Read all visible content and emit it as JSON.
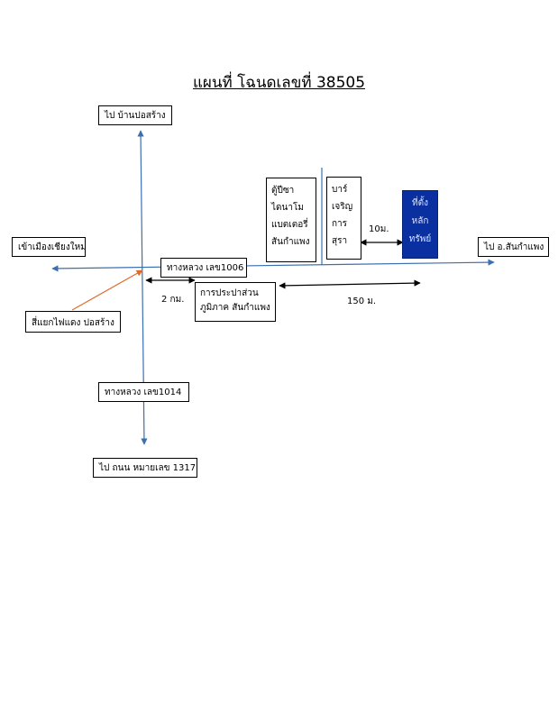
{
  "title": "แผนที่ โฉนดเลขที่ 38505",
  "roads": {
    "north_dest": "ไป บ้านปอสร้าง",
    "west_dest": "เข้าเมืองเชียงใหม่",
    "east_dest": "ไป อ.สันกำแพง",
    "highway_1006": "ทางหลวง เลข1006",
    "highway_1014": "ทางหลวง เลข1014",
    "south_dest": "ไป ถนน หมายเลข 1317",
    "intersection": "สี่แยกไฟแดง ปอสร้าง"
  },
  "landmarks": {
    "atm_lines": [
      "ตู้ปีซา",
      "ไดนาโม",
      "แบตเตอรี่",
      "สันกำแพง"
    ],
    "bar_lines": [
      "บาร์",
      "เจริญ",
      "การ",
      "สุรา"
    ],
    "property_lines": [
      "ที่ตั้ง",
      "หลัก",
      "ทรัพย์"
    ],
    "pea_lines": [
      "การประปาส่วน",
      "ภูมิภาค สันกำแพง"
    ]
  },
  "distances": {
    "d_2km": "2 กม.",
    "d_150m": "150 ม.",
    "d_10m": "10ม."
  },
  "colors": {
    "road": "#3c6fb0",
    "pointer": "#e06a2a",
    "property_fill": "#0a2fa0",
    "property_text": "#d8e2ff"
  }
}
